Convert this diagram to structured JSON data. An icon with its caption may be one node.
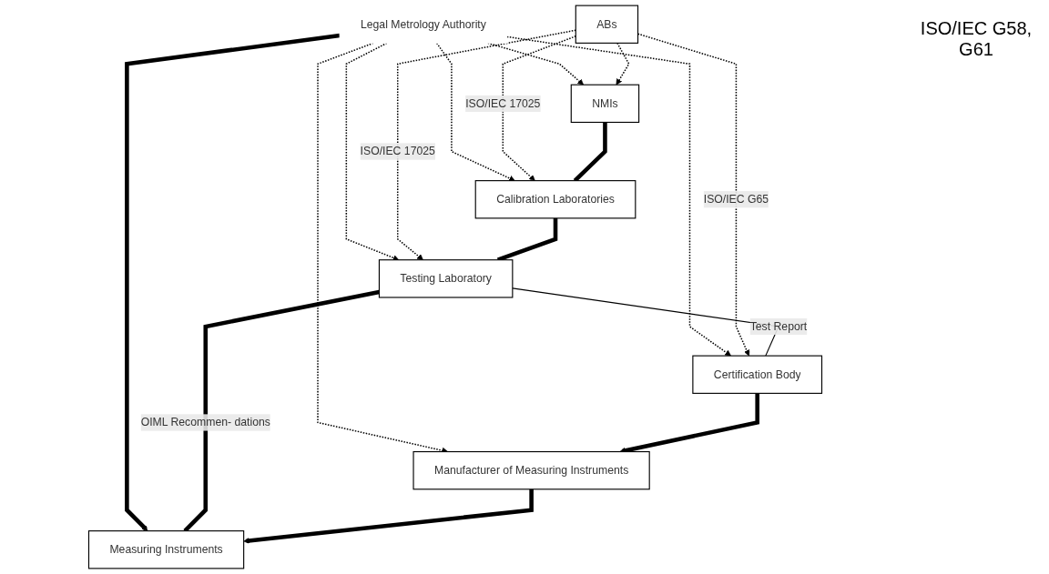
{
  "diagram": {
    "nodes": [
      {
        "text": [
          "Legal Metrology Authority"
        ]
      },
      {
        "text": [
          "NMIs"
        ]
      },
      {
        "text": [
          "Calibration Laboratories"
        ]
      },
      {
        "text": [
          "Testing Laboratory"
        ]
      },
      {
        "text": [
          "ABs"
        ]
      },
      {
        "text": [
          "Certification Body"
        ]
      },
      {
        "text": [
          "Measuring Instruments"
        ]
      },
      {
        "text": [
          "Manufacturer of Measuring Instruments"
        ]
      }
    ],
    "edges": [
      {
        "from": 0,
        "to": 1,
        "arrow": "to",
        "style": "dashed"
      },
      {
        "from": 0,
        "to": 2,
        "arrow": "to",
        "style": "dashed"
      },
      {
        "from": 0,
        "to": 3,
        "arrow": "to",
        "style": "dashed"
      },
      {
        "from": 0,
        "to": 6,
        "arrow": "to",
        "style": "thick"
      },
      {
        "from": 0,
        "to": 7,
        "arrow": "to",
        "style": "dashed"
      },
      {
        "from": 0,
        "to": 5,
        "arrow": "to",
        "style": "dashed"
      },
      {
        "from": 4,
        "to": 1,
        "arrow": "to",
        "style": "dashed"
      },
      {
        "from": 4,
        "to": 2,
        "arrow": "to",
        "style": "dashed",
        "label": "ISO/IEC 17025"
      },
      {
        "from": 4,
        "to": 3,
        "arrow": "to",
        "style": "dashed",
        "label": "ISO/IEC 17025"
      },
      {
        "from": 4,
        "to": 5,
        "arrow": "to",
        "style": "dashed",
        "label": "ISO/IEC G65"
      },
      {
        "from": 1,
        "to": 2,
        "arrow": "none",
        "style": "thick"
      },
      {
        "from": 2,
        "to": 3,
        "arrow": "none",
        "style": "thick"
      },
      {
        "from": 3,
        "to": 6,
        "arrow": "none",
        "style": "thick",
        "label": "OIML Recommen- dations"
      },
      {
        "from": 3,
        "to": 5,
        "arrow": "none",
        "label": "Test Report"
      },
      {
        "from": 5,
        "to": 7,
        "arrow": "to",
        "style": "thick"
      },
      {
        "from": 7,
        "to": 6,
        "arrow": "to",
        "style": "thick"
      }
    ],
    "labels": [
      "ISO/IEC G58, G61"
    ]
  }
}
